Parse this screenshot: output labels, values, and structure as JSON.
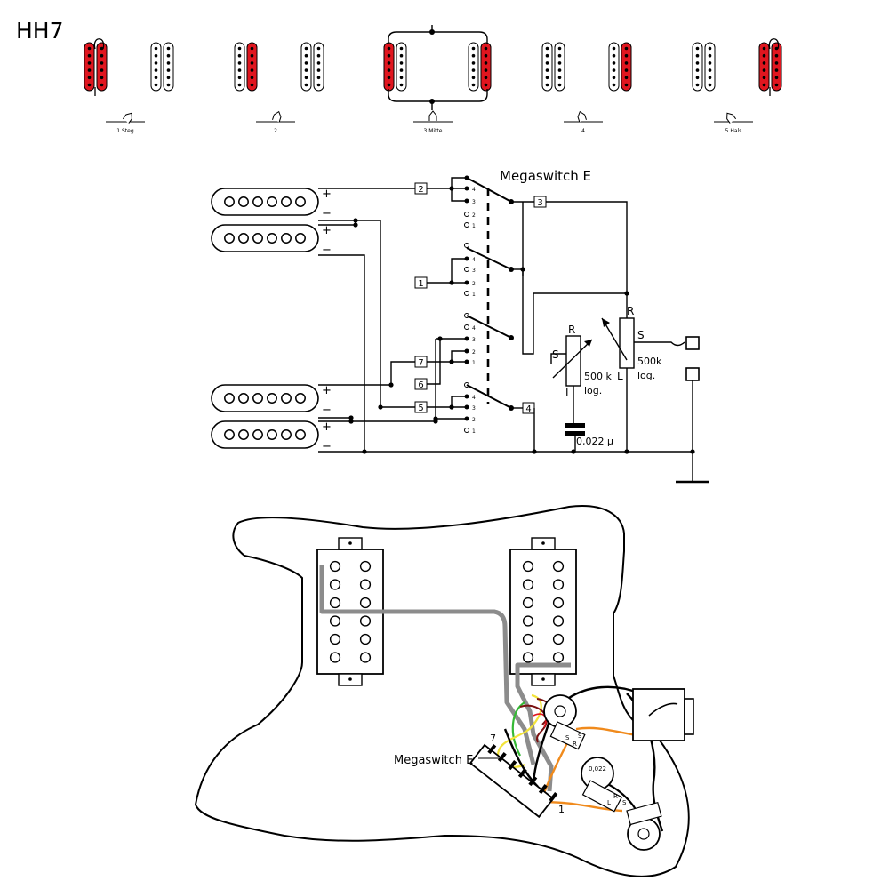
{
  "title": "HH7",
  "positions": [
    {
      "label": "1 Steg"
    },
    {
      "label": "2"
    },
    {
      "label": "3 Mitte"
    },
    {
      "label": "4"
    },
    {
      "label": "5 Hals"
    }
  ],
  "schematic": {
    "switch_label": "Megaswitch E",
    "plus": "+",
    "minus": "−",
    "terminals": [
      "1",
      "2",
      "3",
      "4",
      "5",
      "6",
      "7"
    ],
    "contact_numbers": [
      "4",
      "3",
      "2",
      "1"
    ],
    "pot_R": "R",
    "pot_S": "S",
    "pot_L": "L",
    "volume_value": "500k",
    "volume_taper": "log.",
    "tone_value": "500 k",
    "tone_taper": "log.",
    "cap_value": "0,022 µ"
  },
  "wiring": {
    "switch_label": "Megaswitch E",
    "switch_end_top": "7",
    "switch_end_bottom": "1",
    "cap_label": "0,022",
    "pot_labels": [
      "S",
      "R",
      "L",
      "S",
      "R",
      "L"
    ],
    "colors": {
      "red": "#e0161f",
      "gray": "#8c8c8c",
      "yellow": "#f2e33a",
      "green": "#35b935",
      "orange": "#f08a1c",
      "darkred": "#7a1010",
      "black": "#000000"
    }
  }
}
